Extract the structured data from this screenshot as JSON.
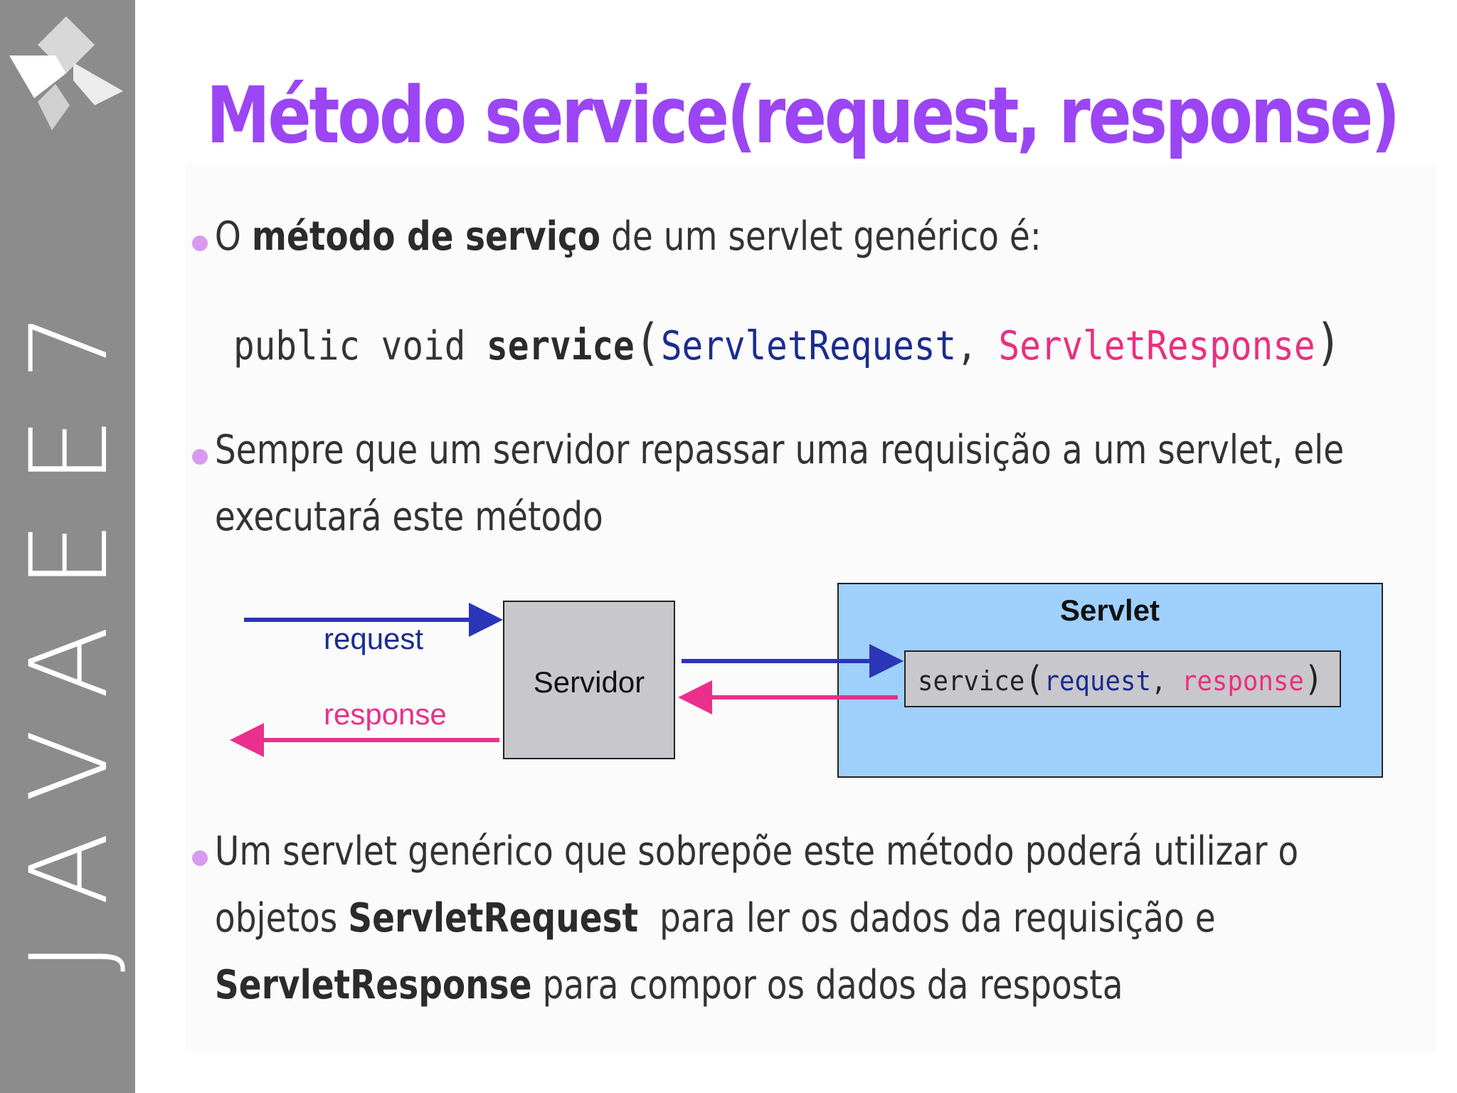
{
  "sidebar": {
    "label": "JAVAEE7",
    "logo_icon": "java-ee-diamond-logo"
  },
  "title": "Método service(request, response)",
  "bullet1": {
    "pre": "O ",
    "bold": "método de serviço",
    "post": " de um servlet genérico é:"
  },
  "code": {
    "public": "public void ",
    "method": "service",
    "open": "(",
    "req_type": "ServletRequest",
    "comma": ", ",
    "res_type": "ServletResponse",
    "close": ")"
  },
  "bullet2": {
    "line1": "Sempre que um servidor repassar uma requisição a um servlet, ele",
    "line2": "executará este método"
  },
  "diagram": {
    "request_label": "request",
    "response_label": "response",
    "server_label": "Servidor",
    "servlet_label": "Servlet",
    "call": {
      "method": "service",
      "open": "(",
      "req": "request",
      "comma": ", ",
      "res": "response",
      "close": ")"
    },
    "colors": {
      "request": "#2a35b8",
      "response": "#ea2f8c",
      "servlet_bg": "#9fd0fb",
      "server_bg": "#c8c7cb"
    }
  },
  "bullet3": {
    "line1": "Um servlet genérico que sobrepõe este método poderá utilizar o",
    "line2_pre": "objetos ",
    "line2_bold": "ServletRequest",
    "line2_post": "  para ler os dados da requisição e",
    "line3_bold": "ServletResponse",
    "line3_post": " para compor os dados da resposta"
  },
  "colors": {
    "title": "#9b45f5",
    "bullet": "#d89af0",
    "sidebar": "#8c8c8c"
  }
}
